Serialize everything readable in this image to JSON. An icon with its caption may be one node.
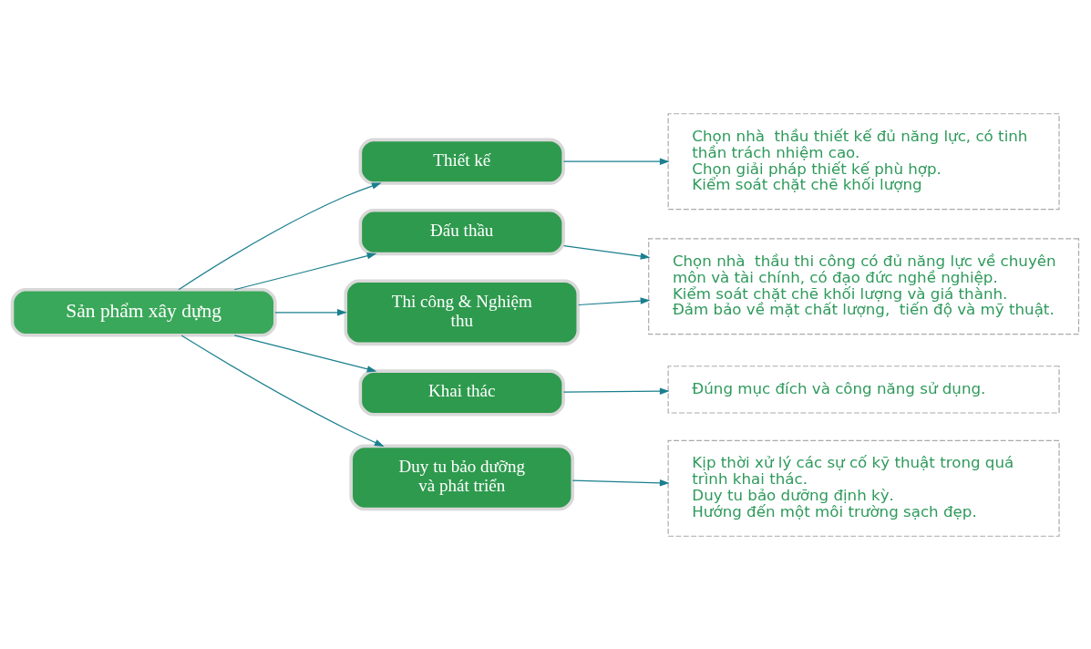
{
  "diagram": {
    "nodes": [
      {
        "text": [
          "Sản phẩm xây dựng"
        ]
      },
      {
        "text": [
          "Thiết kế"
        ]
      },
      {
        "text": [
          "Đấu thầu"
        ]
      },
      {
        "text": [
          "Thi công & Nghiệm thu"
        ]
      },
      {
        "text": [
          "Khai thác"
        ]
      },
      {
        "text": [
          "Duy tu bảo dưỡng và phát triển"
        ]
      },
      {
        "text": [
          "Chọn nhà  thầu thiết kế đủ năng lực, có tinh thần trách nhiệm cao.",
          "Chọn giải pháp thiết kế phù hợp.",
          "Kiểm soát chặt chẽ khối lượng"
        ]
      },
      {
        "text": [
          "Chọn nhà  thầu thi công có đủ năng lực về chuyên môn và tài chính, có đạo đức nghề nghiệp.",
          "Kiểm soát chặt chẽ khối lượng và giá thành.",
          "Đảm bảo về mặt chất lượng,  tiến độ và mỹ thuật."
        ]
      },
      {
        "text": [
          "Đúng mục đích và công năng sử dụng."
        ]
      },
      {
        "text": [
          "Kịp thời xử lý các sự cố kỹ thuật trong quá trình khai thác.",
          "Duy tu bảo dưỡng định kỳ.",
          "Hướng đến một môi trường sạch đẹp."
        ]
      }
    ],
    "edges": [
      {
        "from": 0,
        "to": 1,
        "arrow": "to"
      },
      {
        "from": 0,
        "to": 2,
        "arrow": "to"
      },
      {
        "from": 0,
        "to": 3,
        "arrow": "to"
      },
      {
        "from": 0,
        "to": 4,
        "arrow": "to"
      },
      {
        "from": 0,
        "to": 5,
        "arrow": "to"
      },
      {
        "from": 1,
        "to": 6,
        "arrow": "to"
      },
      {
        "from": 2,
        "to": 7,
        "arrow": "to"
      },
      {
        "from": 3,
        "to": 7,
        "arrow": "to"
      },
      {
        "from": 4,
        "to": 8,
        "arrow": "to"
      },
      {
        "from": 5,
        "to": 9,
        "arrow": "to"
      }
    ]
  }
}
